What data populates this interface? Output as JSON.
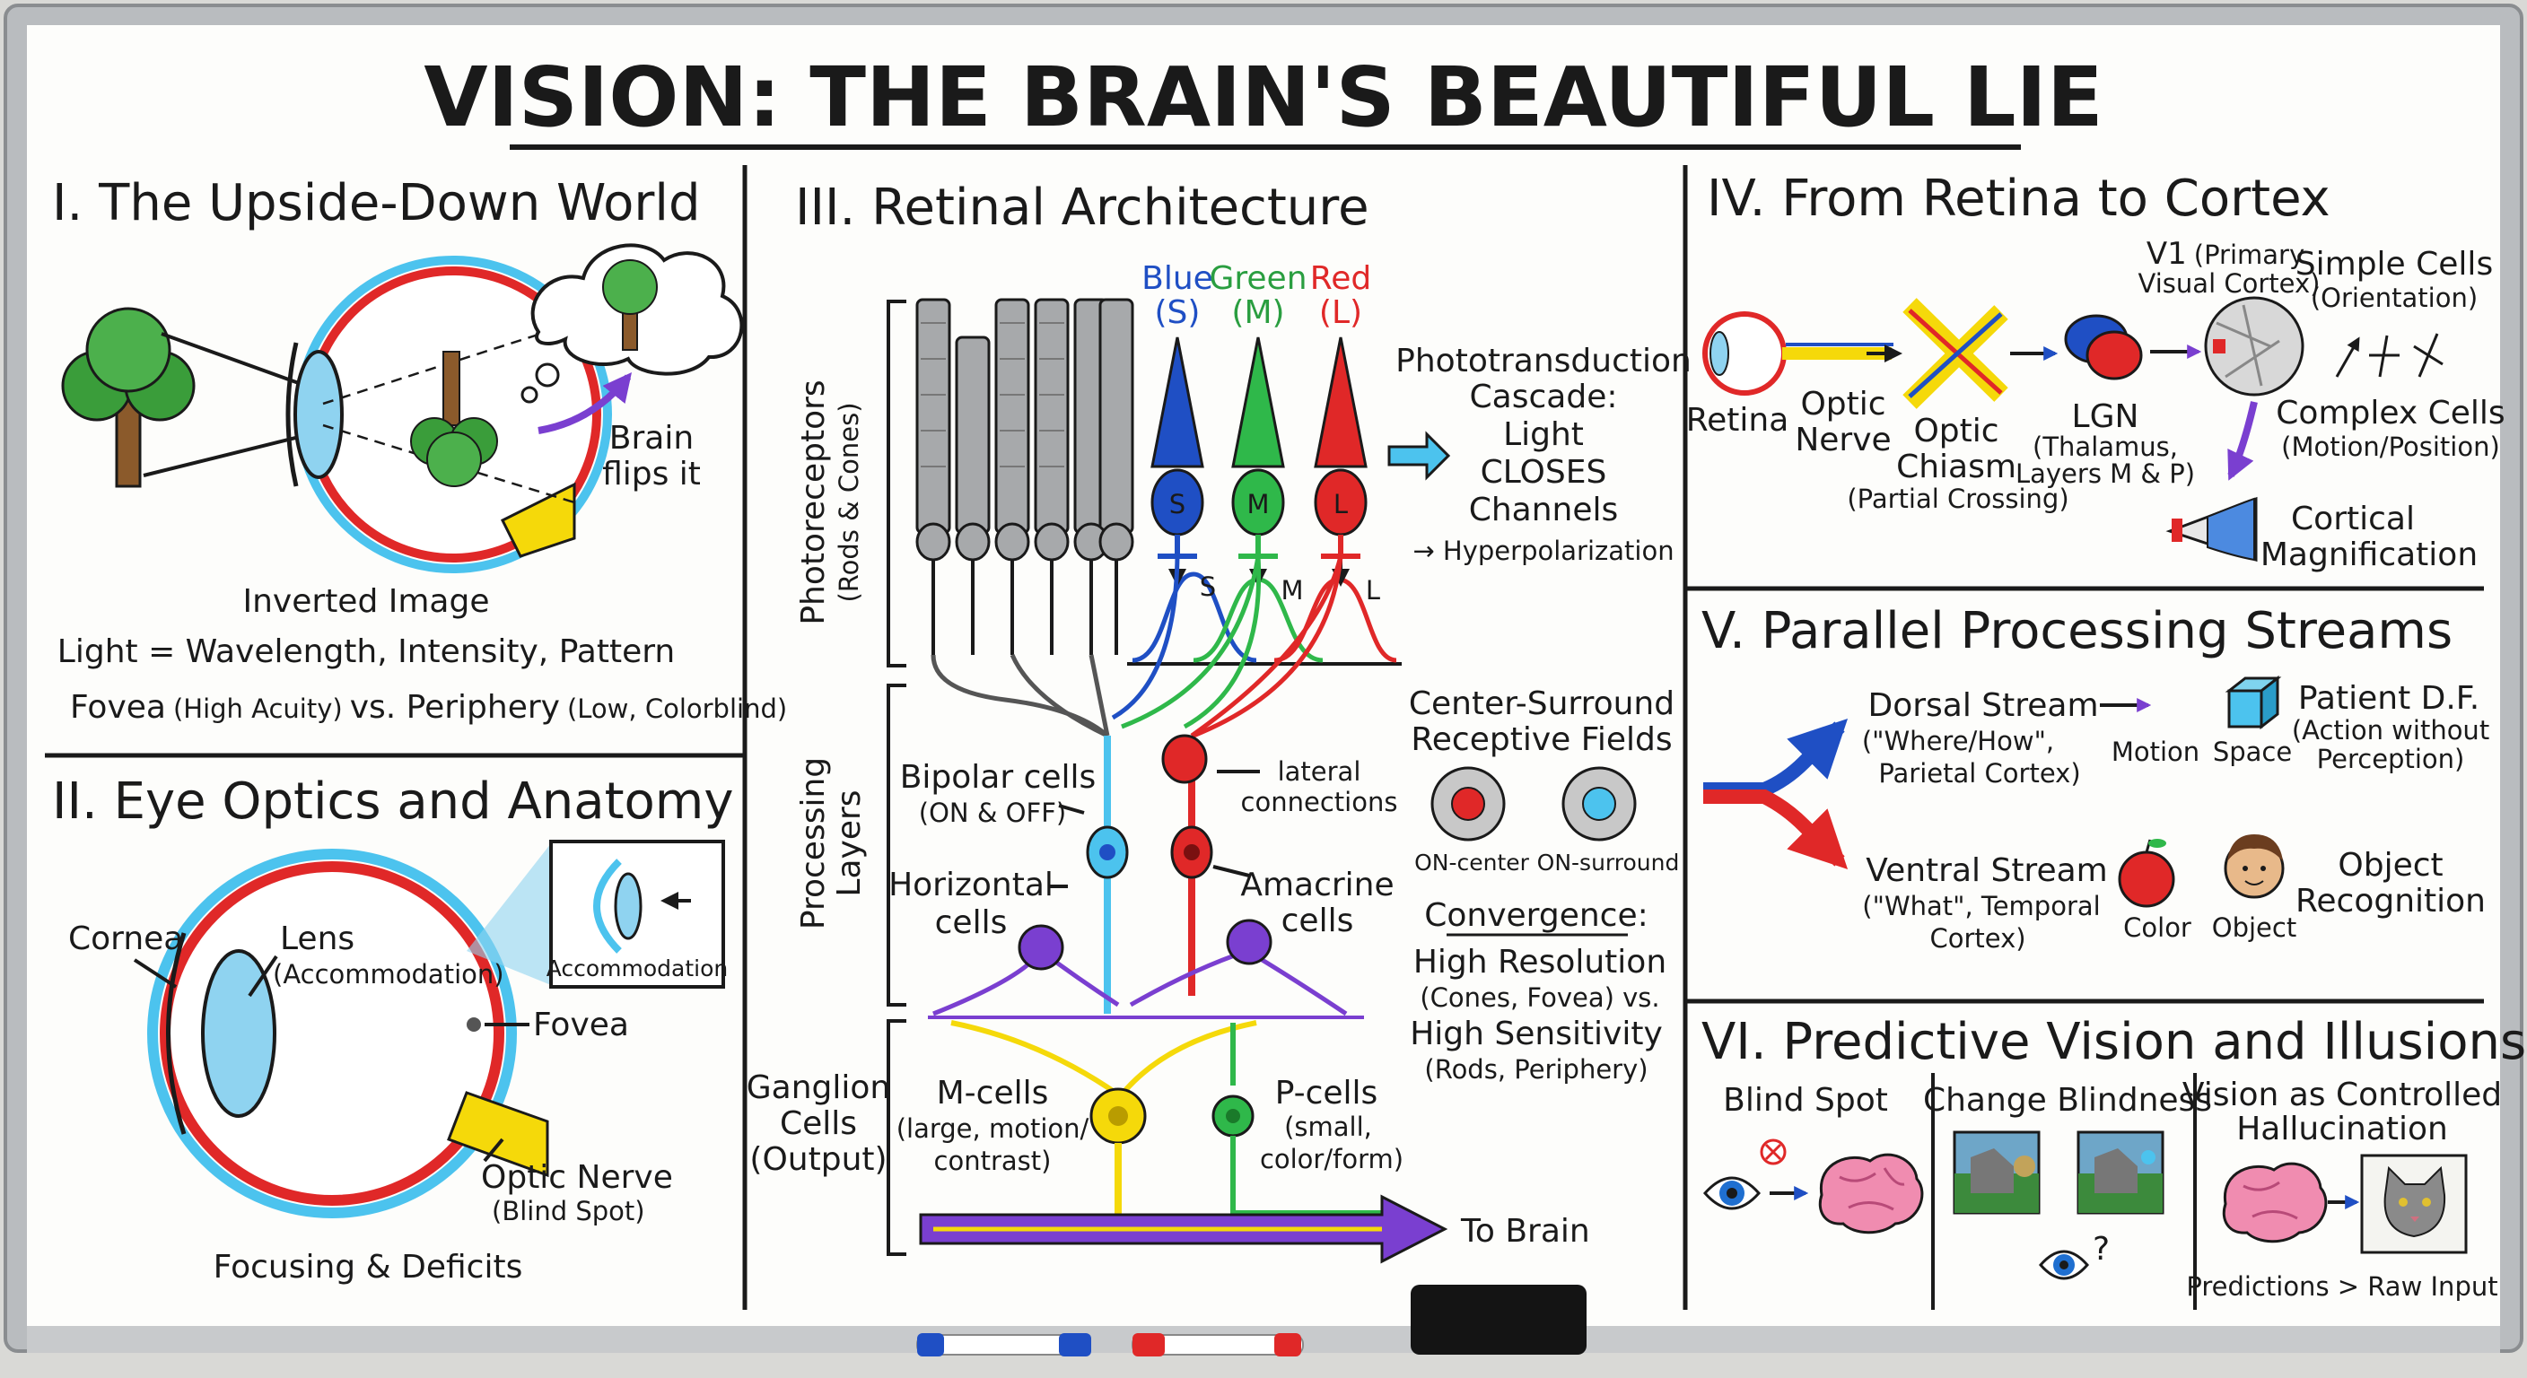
{
  "title": "VISION: THE BRAIN'S BEAUTIFUL LIE",
  "sections": {
    "s1": {
      "title": "I. The Upside-Down World",
      "brain_flips": [
        "Brain",
        "flips it"
      ],
      "inverted_image": "Inverted Image",
      "light_line": "Light = Wavelength, Intensity, Pattern",
      "fovea_a": "Fovea",
      "fovea_b": "(High Acuity)",
      "fovea_c": "vs. Periphery",
      "fovea_d": "(Low, Colorblind)"
    },
    "s2": {
      "title": "II. Eye Optics and Anatomy",
      "cornea": "Cornea",
      "lens": "Lens",
      "lens_sub": "(Accommodation)",
      "fovea": "Fovea",
      "inset": "Accommodation",
      "optic_nerve": "Optic Nerve",
      "blind_spot": "(Blind Spot)",
      "footer": "Focusing & Deficits"
    },
    "s3": {
      "title": "III. Retinal Architecture",
      "photoreceptors": [
        "Photoreceptors",
        "(Rods & Cones)"
      ],
      "processing": [
        "Processing",
        "Layers"
      ],
      "ganglion": [
        "Ganglion",
        "Cells",
        "(Output)"
      ],
      "cones": [
        {
          "name": "Blue",
          "code": "(S)",
          "letter": "S",
          "color": "#1f4fc4"
        },
        {
          "name": "Green",
          "code": "(M)",
          "letter": "M",
          "color": "#2fb84a"
        },
        {
          "name": "Red",
          "code": "(L)",
          "letter": "L",
          "color": "#e02828"
        }
      ],
      "curve_labels": [
        "S",
        "M",
        "L"
      ],
      "cascade": [
        "Phototransduction",
        "Cascade:",
        "Light",
        "CLOSES",
        "Channels",
        "→ Hyperpolarization"
      ],
      "bipolar": [
        "Bipolar cells",
        "(ON & OFF)"
      ],
      "lateral": [
        "lateral",
        "connections"
      ],
      "horizontal": [
        "Horizontal",
        "cells"
      ],
      "amacrine": [
        "Amacrine",
        "cells"
      ],
      "center_surround": [
        "Center-Surround",
        "Receptive Fields"
      ],
      "on_center": "ON-center",
      "on_surround": "ON-surround",
      "convergence": "Convergence:",
      "convergence_lines": [
        "High Resolution",
        "(Cones, Fovea) vs.",
        "High Sensitivity",
        "(Rods, Periphery)"
      ],
      "m_cells": [
        "M-cells",
        "(large, motion/",
        "contrast)"
      ],
      "p_cells": [
        "P-cells",
        "(small,",
        "color/form)"
      ],
      "to_brain": "To Brain"
    },
    "s4": {
      "title": "IV. From Retina to Cortex",
      "retina": "Retina",
      "optic_nerve": [
        "Optic",
        "Nerve"
      ],
      "chiasm": [
        "Optic",
        "Chiasm"
      ],
      "chiasm_sub": "(Partial Crossing)",
      "lgn": "LGN",
      "lgn_sub": [
        "(Thalamus,",
        "Layers M & P)"
      ],
      "v1": [
        "V1",
        "(Primary",
        "Visual Cortex)"
      ],
      "simple": [
        "Simple Cells",
        "(Orientation)"
      ],
      "complex": [
        "Complex Cells",
        "(Motion/Position)"
      ],
      "cortical": [
        "Cortical",
        "Magnification"
      ]
    },
    "s5": {
      "title": "V. Parallel Processing Streams",
      "dorsal": [
        "Dorsal Stream",
        "(\"Where/How\",",
        "Parietal Cortex)"
      ],
      "motion": "Motion",
      "space": "Space",
      "patient": [
        "Patient D.F.",
        "(Action without",
        "Perception)"
      ],
      "ventral": [
        "Ventral Stream",
        "(\"What\", Temporal",
        "Cortex)"
      ],
      "color": "Color",
      "object": "Object",
      "recognition": [
        "Object",
        "Recognition"
      ]
    },
    "s6": {
      "title": "VI. Predictive Vision and Illusions",
      "blind_spot": "Blind Spot",
      "change_blindness": "Change Blindness",
      "question": "?",
      "hallucination": [
        "Vision as Controlled",
        "Hallucination"
      ],
      "predictions": "Predictions > Raw Input"
    }
  },
  "colors": {
    "blue": "#1f4fc4",
    "green": "#2fb84a",
    "red": "#e02828",
    "yellow": "#f5d90a",
    "purple": "#7a3fd0",
    "cyan": "#4cc3ee"
  }
}
